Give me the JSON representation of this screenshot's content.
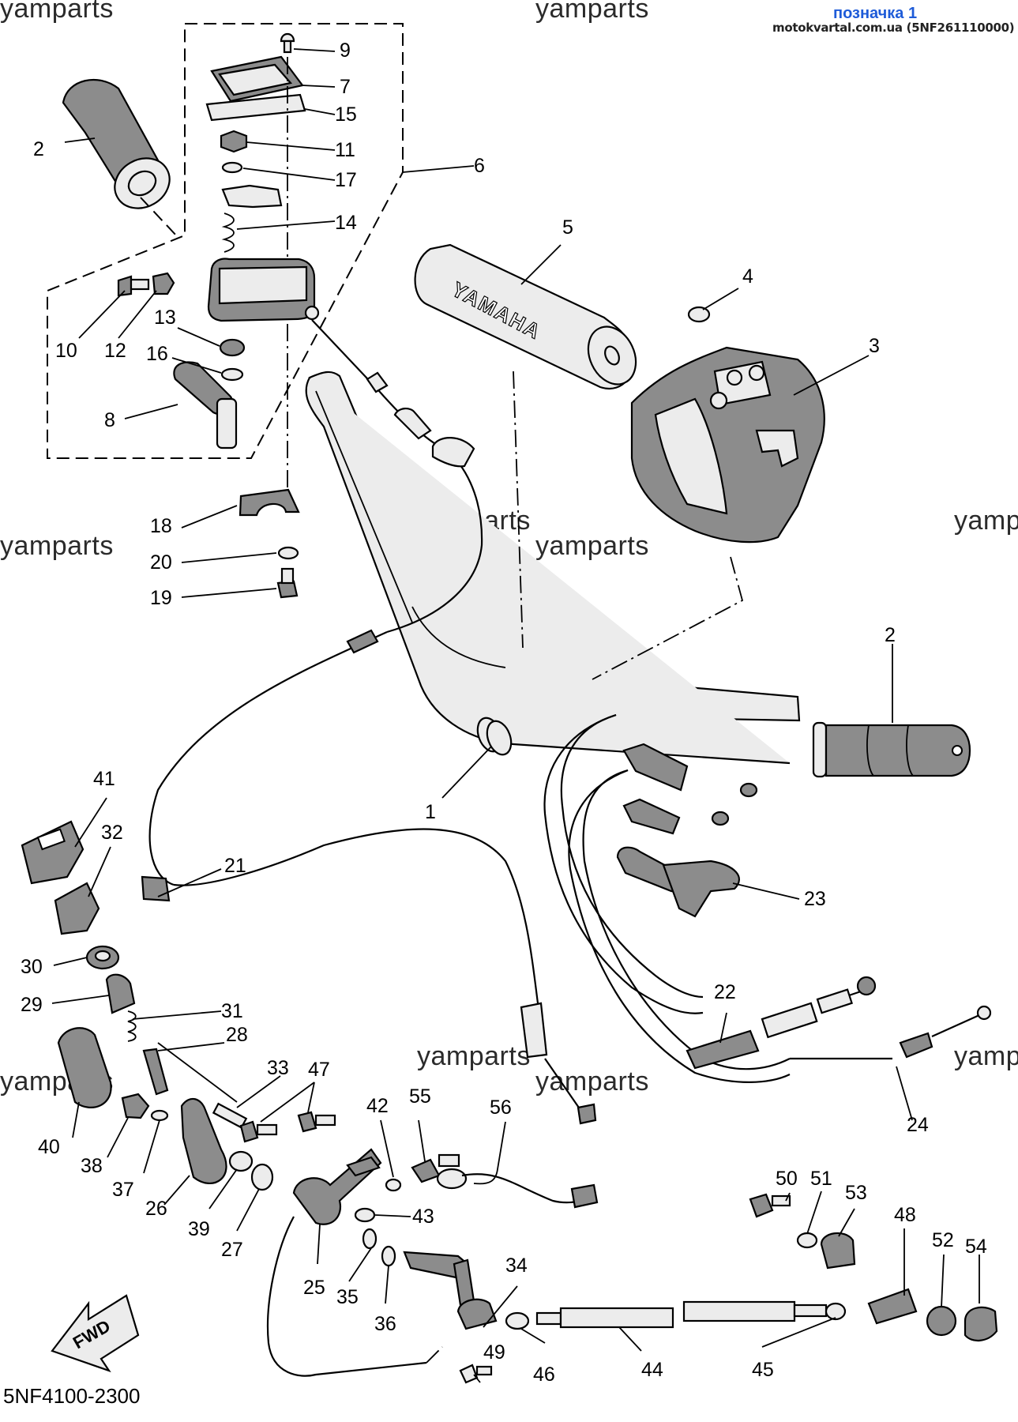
{
  "header": {
    "title": "позначка 1",
    "subtitle": "motokvartal.com.ua (5NF261110000)"
  },
  "watermark": "yamparts",
  "diagram_code": "5NF4100-2300",
  "fwd_label": "FWD",
  "pad_brand": "YAMAHA",
  "part_numbers": [
    "1",
    "2",
    "3",
    "4",
    "5",
    "6",
    "7",
    "8",
    "9",
    "10",
    "11",
    "12",
    "13",
    "14",
    "15",
    "16",
    "17",
    "18",
    "19",
    "20",
    "21",
    "22",
    "23",
    "24",
    "25",
    "26",
    "27",
    "28",
    "29",
    "30",
    "31",
    "32",
    "33",
    "34",
    "35",
    "36",
    "37",
    "38",
    "39",
    "40",
    "41",
    "42",
    "43",
    "44",
    "45",
    "46",
    "47",
    "48",
    "49",
    "50",
    "51",
    "52",
    "53",
    "54",
    "55",
    "56"
  ]
}
